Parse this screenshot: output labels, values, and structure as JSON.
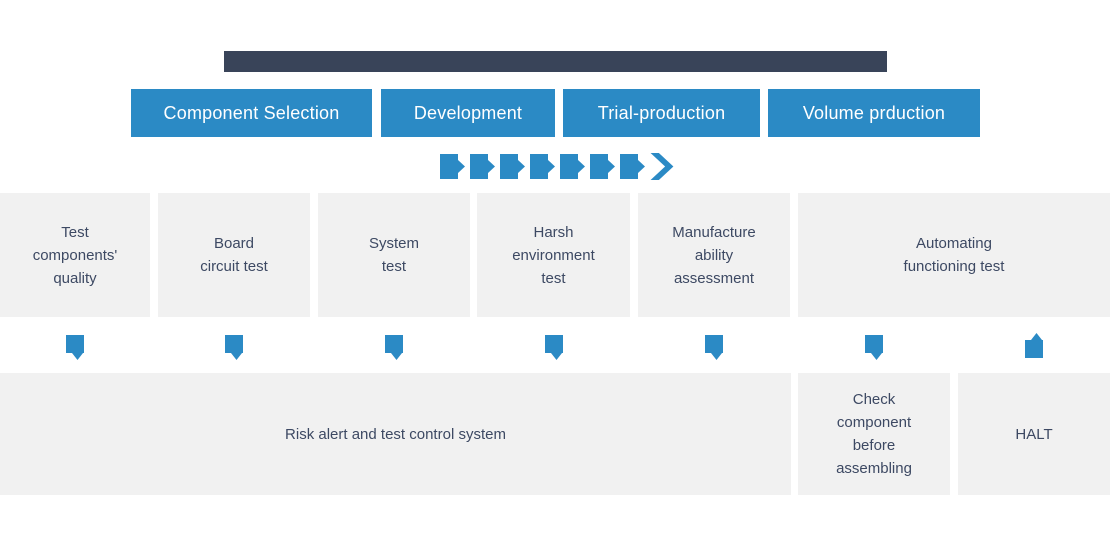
{
  "colors": {
    "accent_blue": "#2b8ac5",
    "dark_navy": "#394459",
    "box_gray": "#f1f1f1",
    "text_navy": "#3d4963"
  },
  "timeline": {
    "stages": [
      {
        "label": "Component Selection"
      },
      {
        "label": "Development"
      },
      {
        "label": "Trial-production"
      },
      {
        "label": "Volume prduction"
      }
    ]
  },
  "tests": [
    {
      "label": "Test\ncomponents'\nquality"
    },
    {
      "label": "Board\ncircuit test"
    },
    {
      "label": "System\ntest"
    },
    {
      "label": "Harsh\nenvironment\ntest"
    },
    {
      "label": "Manufacture\nability\nassessment"
    },
    {
      "label": "Automating\nfunctioning test"
    }
  ],
  "systems": [
    {
      "label": "Risk alert and test control system"
    },
    {
      "label": "Check\ncomponent\nbefore\nassembling"
    },
    {
      "label": "HALT"
    }
  ],
  "icons": {
    "stage_arrow": "tag-arrow-right",
    "flow_down": "tag-arrow-down",
    "flow_up": "tag-arrow-up",
    "chevron": "chevron-right"
  }
}
